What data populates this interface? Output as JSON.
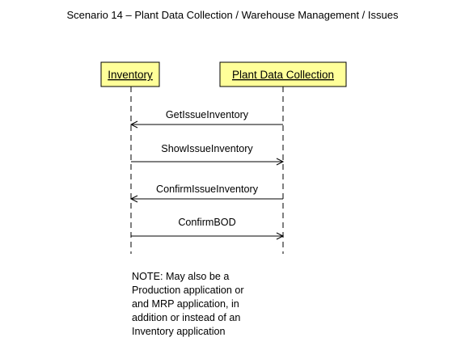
{
  "title": "Scenario 14 – Plant Data Collection / Warehouse Management / Issues",
  "participants": [
    {
      "label": "Inventory"
    },
    {
      "label": "Plant Data Collection"
    }
  ],
  "messages": [
    {
      "label": "GetIssueInventory",
      "direction": "left"
    },
    {
      "label": "ShowIssueInventory",
      "direction": "right"
    },
    {
      "label": "ConfirmIssueInventory",
      "direction": "left"
    },
    {
      "label": "ConfirmBOD",
      "direction": "right"
    }
  ],
  "note": {
    "lines": [
      "NOTE: May also be a",
      "Production application or",
      "and MRP application, in",
      "addition or instead of an",
      "Inventory application"
    ]
  },
  "colors": {
    "participant_fill": "#ffff99",
    "participant_border": "#000000",
    "line": "#000000"
  }
}
